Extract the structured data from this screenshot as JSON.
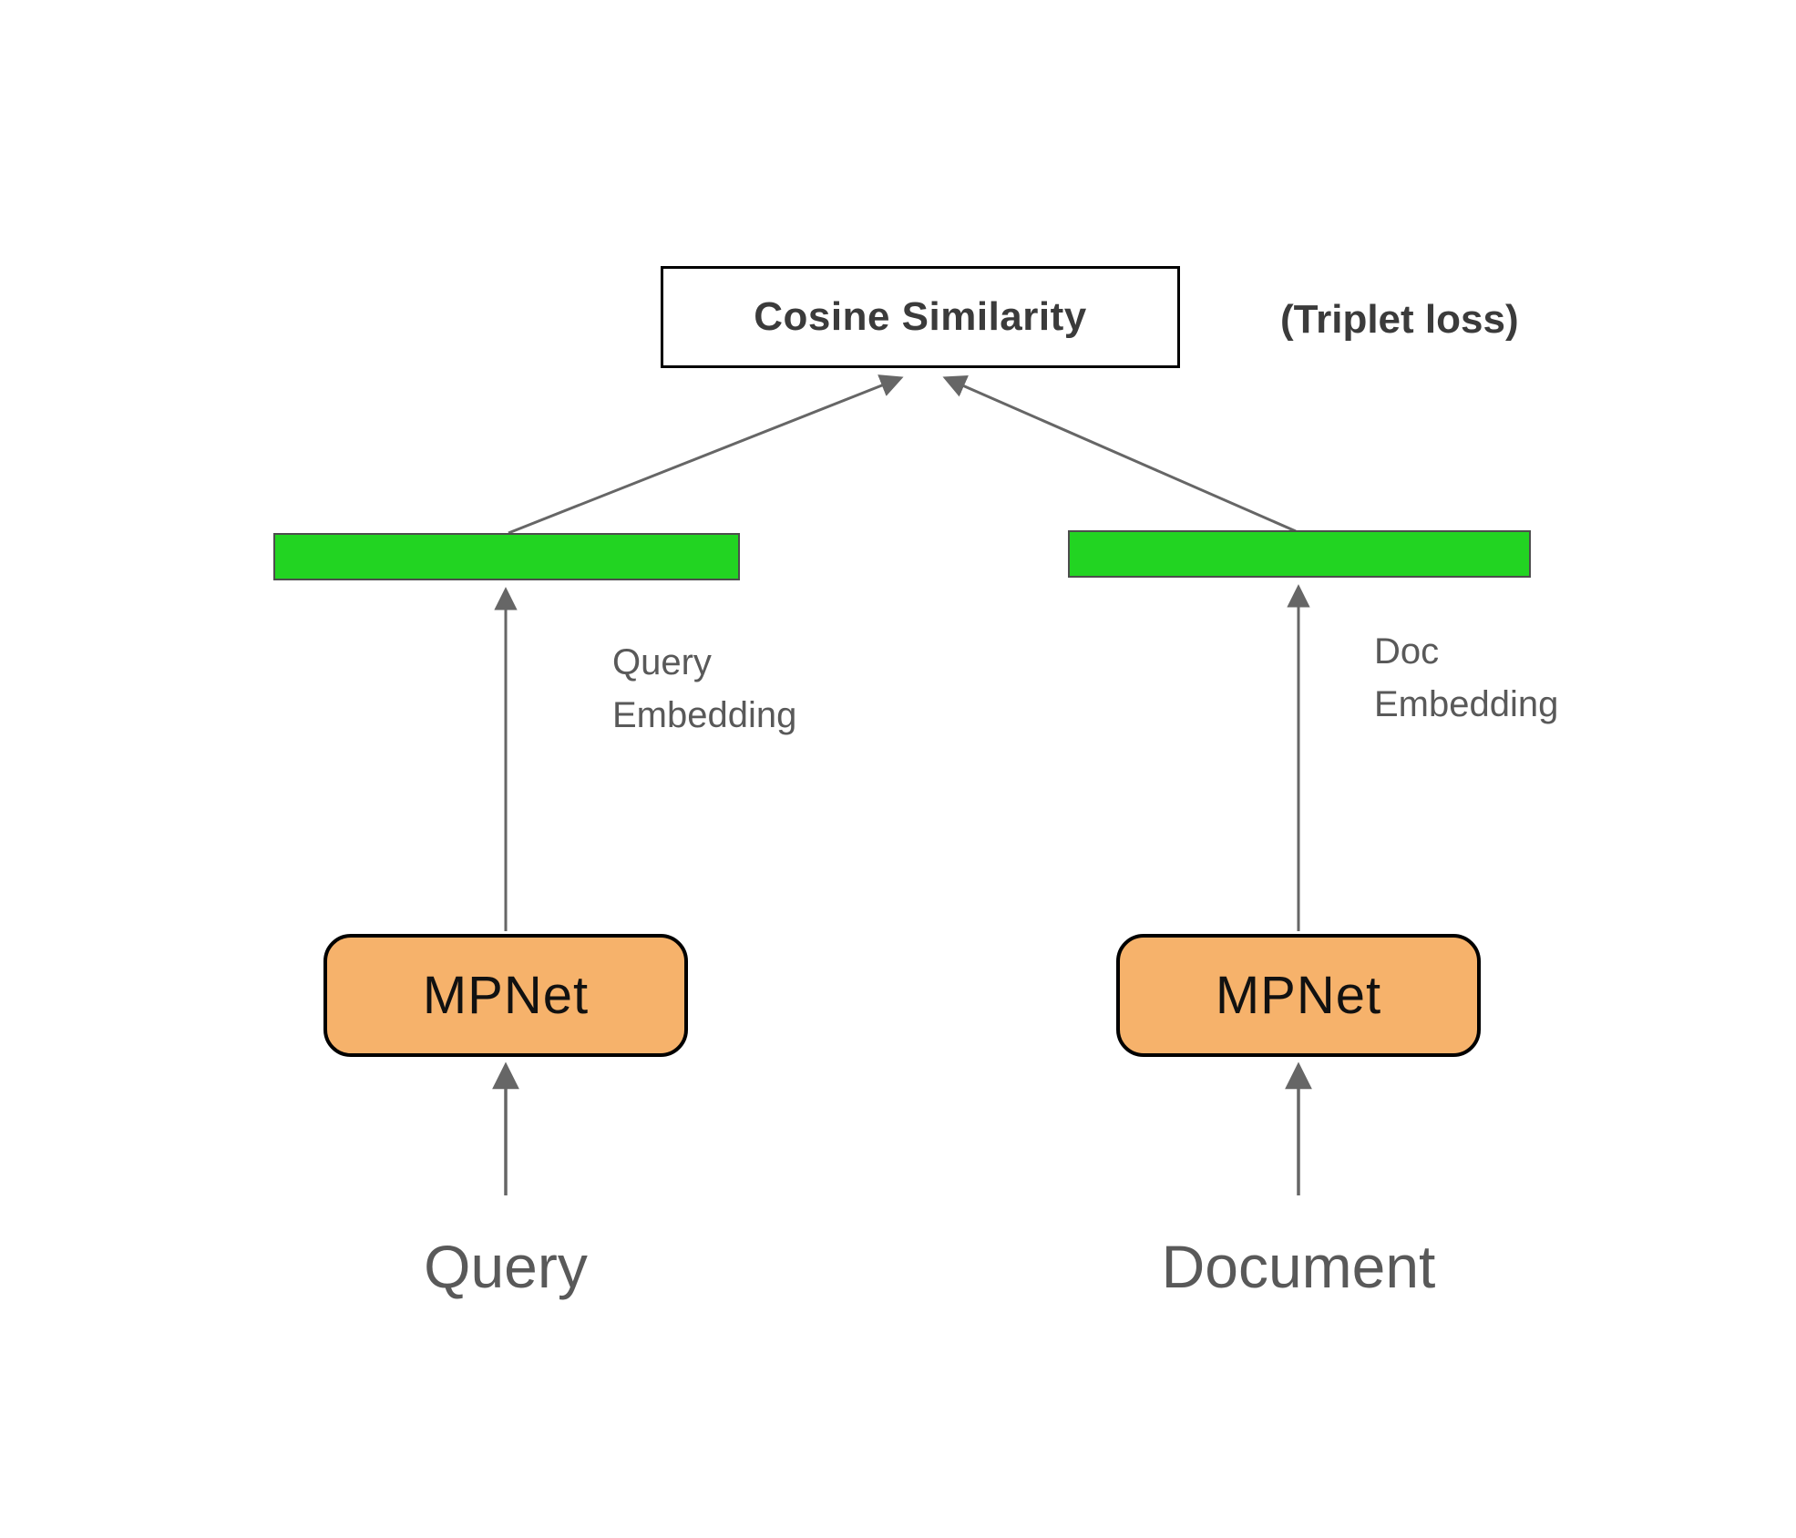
{
  "diagram": {
    "similarity_box": {
      "label": "Cosine Similarity"
    },
    "loss_label": "(Triplet loss)",
    "left_branch": {
      "embedding_label_line1": "Query",
      "embedding_label_line2": "Embedding",
      "encoder_label": "MPNet",
      "input_label": "Query"
    },
    "right_branch": {
      "embedding_label_line1": "Doc",
      "embedding_label_line2": "Embedding",
      "encoder_label": "MPNet",
      "input_label": "Document"
    },
    "colors": {
      "embedding_bar": "#22d422",
      "encoder_fill": "#f6b26b",
      "arrow": "#666666",
      "gray_text": "#595959",
      "box_border": "#000000"
    }
  }
}
